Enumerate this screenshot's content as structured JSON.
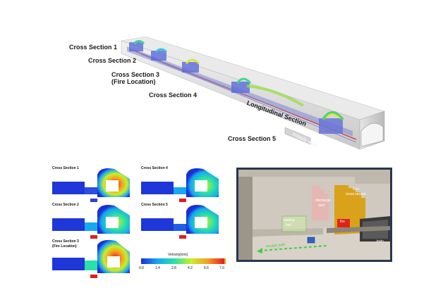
{
  "top_figure": {
    "labels": {
      "cross_section_1": "Cross Section 1",
      "cross_section_2": "Cross Section 2",
      "cross_section_3a": "Cross Section 3",
      "cross_section_3b": "(Fire Location)",
      "cross_section_4": "Cross Section 4",
      "cross_section_5": "Cross Section 5",
      "longitudinal": "Longitudinal Section",
      "supply": "supply duct"
    }
  },
  "cross_sections": {
    "panels": [
      {
        "title": "Cross Section 1"
      },
      {
        "title": "Cross Section 2"
      },
      {
        "title": "Cross Section 3",
        "subtitle": "(Fire Location)"
      },
      {
        "title": "Cross Section 4"
      },
      {
        "title": "Cross Section 5"
      }
    ],
    "colorbar": {
      "title": "Velocity[m/s]",
      "ticks": [
        "0.0",
        "1.4",
        "2.8",
        "4.2",
        "5.6",
        "7.0"
      ],
      "colors": [
        "#1a2fd6",
        "#16a8f0",
        "#28e0a8",
        "#c8ef2a",
        "#f4a021",
        "#e01e1e"
      ]
    }
  },
  "station_diagram": {
    "labels": {
      "flow_cross_section_1": "flow",
      "flow_cross_section_2": "cross section",
      "discharge_1": "discharge",
      "discharge_2": "duct",
      "waiting_1": "waiting",
      "waiting_2": "hall",
      "fire": "fire",
      "train": "train",
      "escape": "escape path"
    },
    "colors": {
      "frame": "#2b3550",
      "fire": "#e0221a",
      "flow": "#d9a21a"
    }
  }
}
